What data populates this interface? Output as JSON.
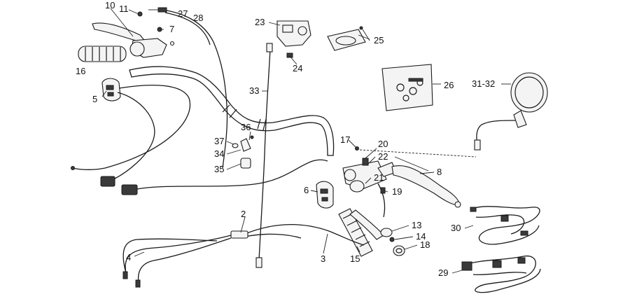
{
  "callouts": {
    "c10": "10",
    "c11": "11",
    "c27": "27",
    "c28": "28",
    "c7": "7",
    "c16": "16",
    "c5": "5",
    "c23": "23",
    "c24": "24",
    "c25": "25",
    "c33": "33",
    "c26": "26",
    "c3132": "31-32",
    "c37": "37",
    "c36": "36",
    "c34": "34",
    "c35": "35",
    "c17": "17",
    "c20": "20",
    "c22": "22",
    "c21": "21",
    "c8": "8",
    "c6": "6",
    "c19": "19",
    "c2": "2",
    "c4": "4",
    "c3": "3",
    "c13": "13",
    "c14": "14",
    "c18": "18",
    "c15": "15",
    "c30": "30",
    "c29": "29"
  }
}
